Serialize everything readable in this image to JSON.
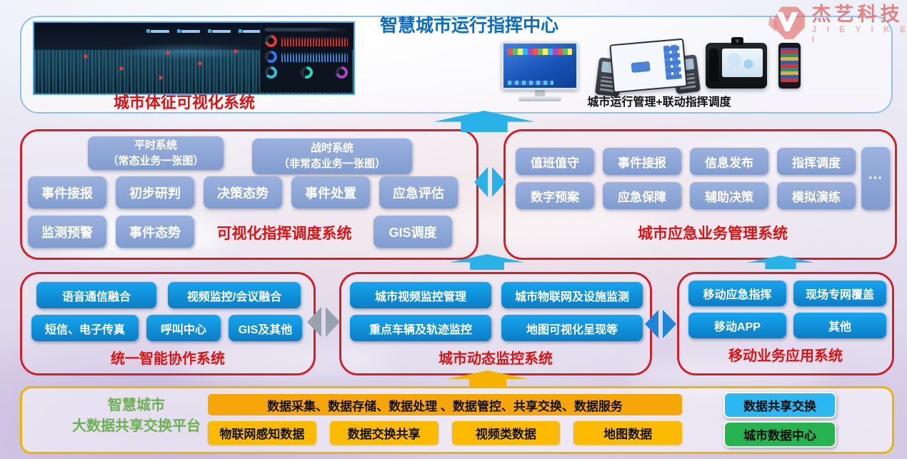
{
  "logo": {
    "name_cn": "杰艺科技",
    "name_en": "J I E Y I K E J I"
  },
  "top": {
    "title": "智慧城市运行指挥中心",
    "screen_label": "城市体征可视化系统",
    "devices_label": "城市运行管理+联动指挥调度"
  },
  "dispatch": {
    "label": "可视化指挥调度系统",
    "mode_normal": "平时系统\n（常态业务一张图）",
    "mode_war": "战时系统\n（非常态业务一张图）",
    "row1": [
      "事件接报",
      "初步研判",
      "决策态势",
      "事件处置",
      "应急评估"
    ],
    "row2": [
      "监测预警",
      "事件态势"
    ],
    "gis": "GIS调度"
  },
  "emergency": {
    "label": "城市应急业务管理系统",
    "row1": [
      "值班值守",
      "事件接报",
      "信息发布",
      "指挥调度"
    ],
    "row2": [
      "数字预案",
      "应急保障",
      "辅助决策",
      "模拟演练"
    ],
    "more": "···"
  },
  "collaboration": {
    "label": "统一智能协作系统",
    "row1": [
      "语音通信融合",
      "视频监控/会议融合"
    ],
    "row2": [
      "短信、电子传真",
      "呼叫中心",
      "GIS及其他"
    ]
  },
  "monitoring": {
    "label": "城市动态监控系统",
    "row1": [
      "城市视频监控管理",
      "城市物联网及设施监测"
    ],
    "row2": [
      "重点车辆及轨迹监控",
      "地图可视化呈现等"
    ]
  },
  "mobile": {
    "label": "移动业务应用系统",
    "row1": [
      "移动应急指挥",
      "现场专网覆盖"
    ],
    "row2": [
      "移动APP",
      "其他"
    ]
  },
  "platform": {
    "title": "智慧城市\n大数据共享交换平台",
    "banner": "数据采集、数据存储、数据处理 、数据管控、共享交换、数据服务",
    "data_sources": [
      "物联网感知数据",
      "数据交换共享",
      "视频类数据",
      "地图数据"
    ],
    "side_top": "数据共享交换",
    "side_bottom": "城市数据中心"
  },
  "colors": {
    "accent_blue": "#0d6cc4",
    "label_red": "#dd1313",
    "border_red": "#d2202a",
    "btn_periwinkle": "#8fa6d4",
    "btn_azure": "#0f96e0",
    "arrow_cyan": "#29b2e8",
    "arrow_gray": "#98a2ac",
    "arrow_blue": "#1b86d8",
    "arrow_yellow": "#f5b200",
    "gold": "#f7a60a",
    "yellow": "#fcba00",
    "side_blue": "#2ab7f2",
    "side_green": "#27b34f",
    "green_text": "#6cb052"
  }
}
